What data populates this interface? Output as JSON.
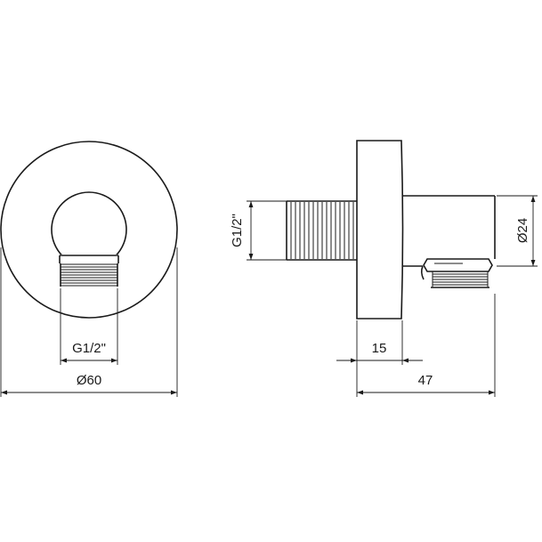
{
  "drawing": {
    "front_view": {
      "thread_label": "G1/2\"",
      "diameter_label": "Ø60"
    },
    "side_view": {
      "thread_label": "G1/2\"",
      "outlet_diameter_label": "Ø24",
      "flange_depth_label": "15",
      "overall_length_label": "47"
    }
  }
}
